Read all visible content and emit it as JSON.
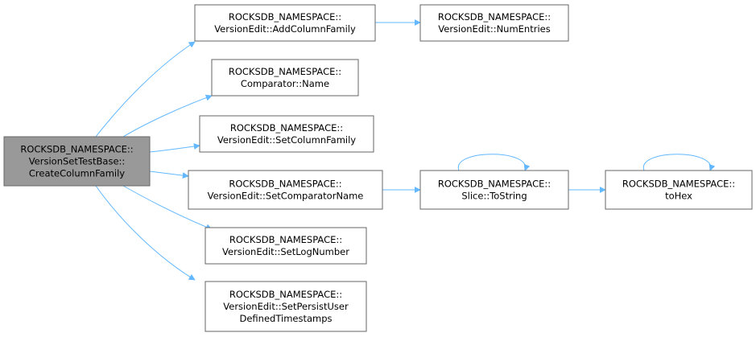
{
  "colors": {
    "root_fill": "#999999",
    "node_fill": "#ffffff",
    "node_stroke": "#666666",
    "edge": "#63b8ff"
  },
  "nodes": [
    {
      "id": "root",
      "lines": [
        "ROCKSDB_NAMESPACE::",
        "VersionSetTestBase::",
        "CreateColumnFamily"
      ],
      "root": true
    },
    {
      "id": "add_cf",
      "lines": [
        "ROCKSDB_NAMESPACE::",
        "VersionEdit::AddColumnFamily"
      ]
    },
    {
      "id": "num_entries",
      "lines": [
        "ROCKSDB_NAMESPACE::",
        "VersionEdit::NumEntries"
      ]
    },
    {
      "id": "comp_name",
      "lines": [
        "ROCKSDB_NAMESPACE::",
        "Comparator::Name"
      ]
    },
    {
      "id": "set_cf",
      "lines": [
        "ROCKSDB_NAMESPACE::",
        "VersionEdit::SetColumnFamily"
      ]
    },
    {
      "id": "set_comp",
      "lines": [
        "ROCKSDB_NAMESPACE::",
        "VersionEdit::SetComparatorName"
      ]
    },
    {
      "id": "to_string",
      "lines": [
        "ROCKSDB_NAMESPACE::",
        "Slice::ToString"
      ]
    },
    {
      "id": "to_hex",
      "lines": [
        "ROCKSDB_NAMESPACE::",
        "toHex"
      ]
    },
    {
      "id": "set_log",
      "lines": [
        "ROCKSDB_NAMESPACE::",
        "VersionEdit::SetLogNumber"
      ]
    },
    {
      "id": "set_persist",
      "lines": [
        "ROCKSDB_NAMESPACE::",
        "VersionEdit::SetPersistUser",
        "DefinedTimestamps"
      ]
    }
  ],
  "edges": [
    {
      "from": "root",
      "to": "add_cf"
    },
    {
      "from": "root",
      "to": "comp_name"
    },
    {
      "from": "root",
      "to": "set_cf"
    },
    {
      "from": "root",
      "to": "set_comp"
    },
    {
      "from": "root",
      "to": "set_log"
    },
    {
      "from": "root",
      "to": "set_persist"
    },
    {
      "from": "add_cf",
      "to": "num_entries"
    },
    {
      "from": "set_comp",
      "to": "to_string"
    },
    {
      "from": "to_string",
      "to": "to_string"
    },
    {
      "from": "to_string",
      "to": "to_hex"
    },
    {
      "from": "to_hex",
      "to": "to_hex"
    }
  ]
}
